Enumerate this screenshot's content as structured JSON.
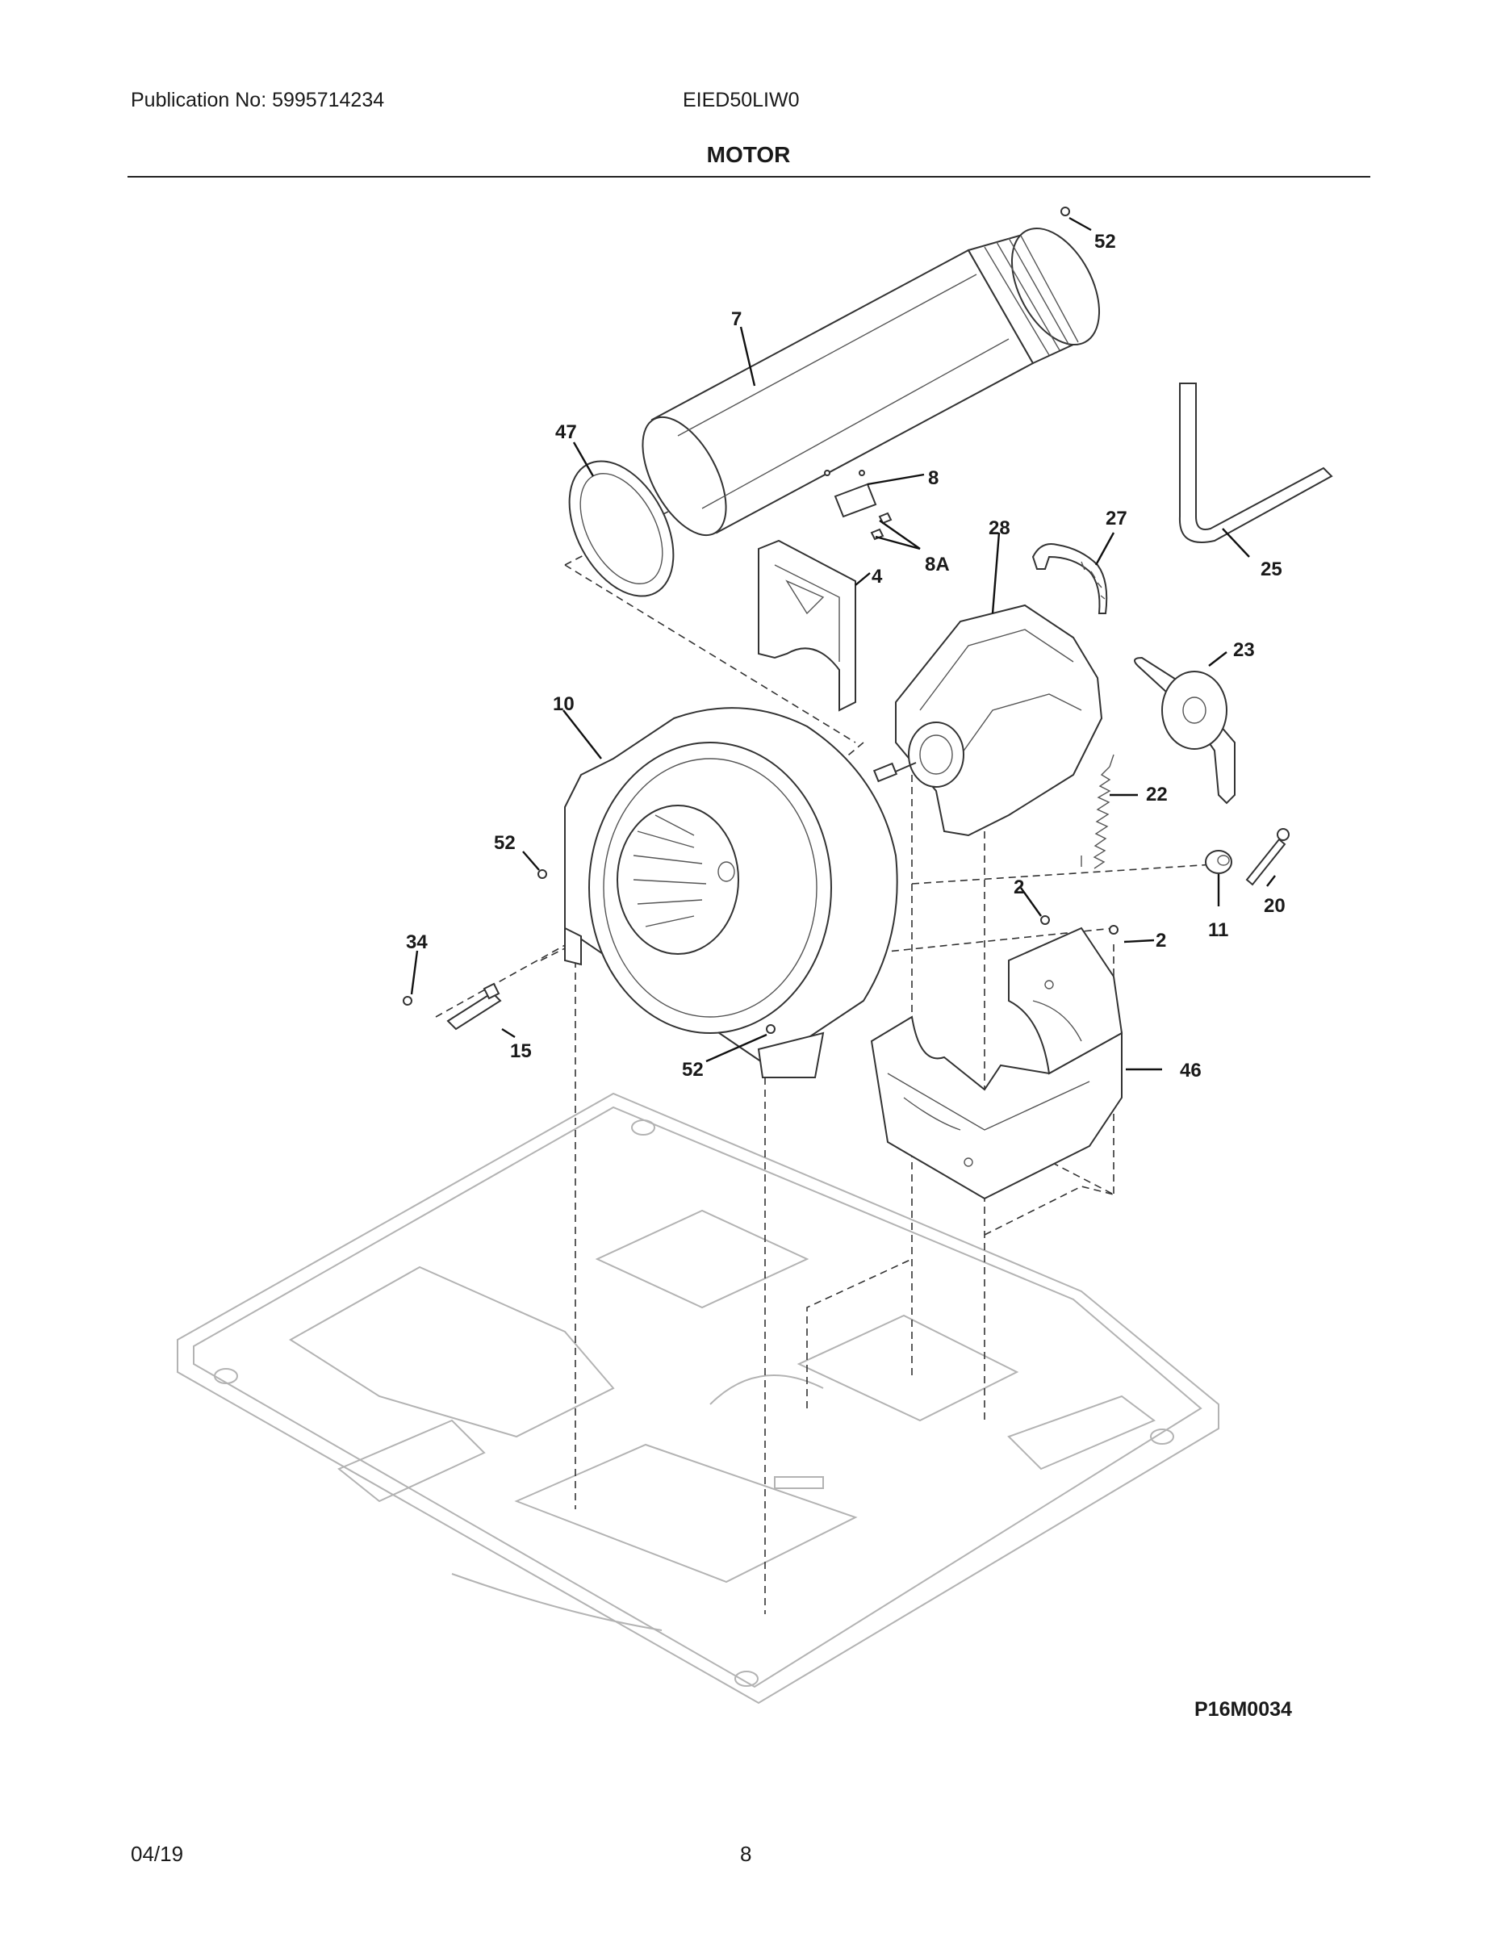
{
  "header": {
    "publication": "Publication No: 5995714234",
    "model": "EIED50LIW0",
    "section_title": "MOTOR"
  },
  "callouts": {
    "c52a": "52",
    "c7": "7",
    "c47": "47",
    "c8": "8",
    "c8a": "8A",
    "c4": "4",
    "c28": "28",
    "c27": "27",
    "c25": "25",
    "c23": "23",
    "c10": "10",
    "c22": "22",
    "c52b": "52",
    "c2a": "2",
    "c20": "20",
    "c11": "11",
    "c2b": "2",
    "c34": "34",
    "c15": "15",
    "c52c": "52",
    "c46": "46"
  },
  "figure_id": "P16M0034",
  "footer": {
    "date": "04/19",
    "page": "8"
  },
  "icons": {
    "exhaust-duct": "duct-icon",
    "blower-housing": "blower-icon",
    "drive-motor": "motor-icon",
    "idler-pulley": "pulley-icon",
    "base-plate": "base-icon"
  }
}
